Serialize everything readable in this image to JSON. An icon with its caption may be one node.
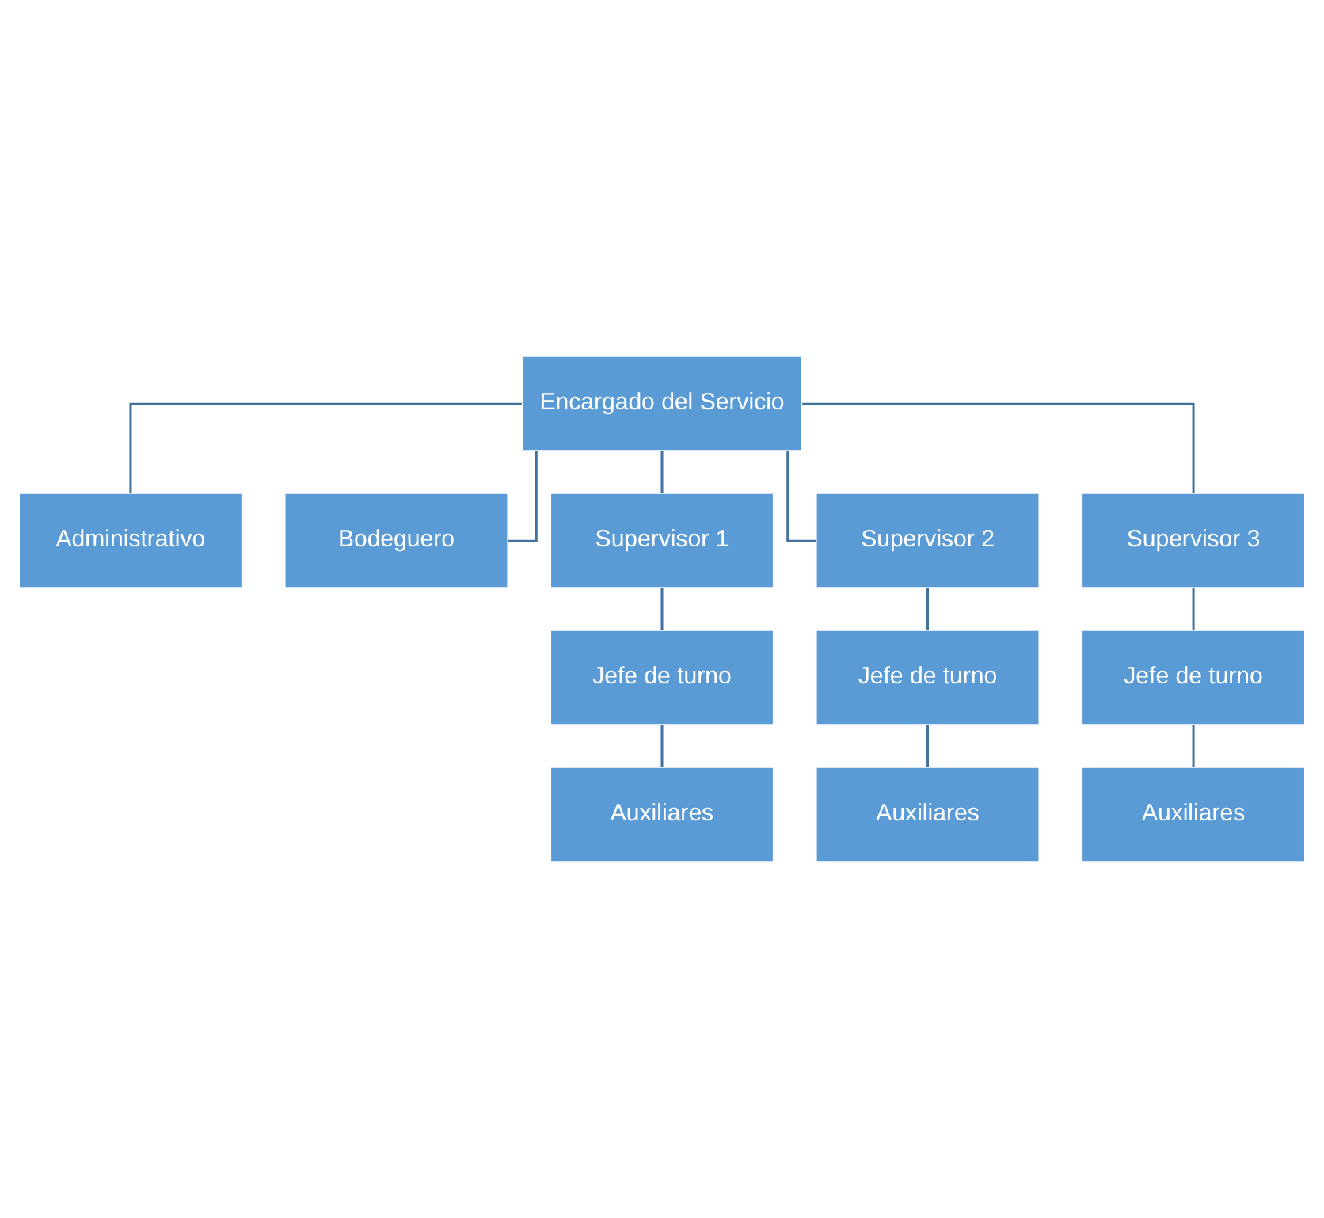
{
  "diagram": {
    "nodes": [
      {
        "text": [
          "Encargado del Servicio"
        ]
      },
      {
        "text": [
          "Administrativo"
        ]
      },
      {
        "text": [
          "Bodeguero"
        ]
      },
      {
        "text": [
          "Supervisor 1"
        ]
      },
      {
        "text": [
          "Supervisor 2"
        ]
      },
      {
        "text": [
          "Supervisor 3"
        ]
      },
      {
        "text": [
          "Jefe de turno"
        ]
      },
      {
        "text": [
          "Jefe de turno"
        ]
      },
      {
        "text": [
          "Jefe de turno"
        ]
      },
      {
        "text": [
          "Auxiliares"
        ]
      },
      {
        "text": [
          "Auxiliares"
        ]
      },
      {
        "text": [
          "Auxiliares"
        ]
      }
    ],
    "edges": [
      {
        "from": 0,
        "to": 1,
        "arrow": "none"
      },
      {
        "from": 0,
        "to": 2,
        "arrow": "none"
      },
      {
        "from": 0,
        "to": 3,
        "arrow": "none"
      },
      {
        "from": 0,
        "to": 4,
        "arrow": "none"
      },
      {
        "from": 0,
        "to": 5,
        "arrow": "none"
      },
      {
        "from": 3,
        "to": 6,
        "arrow": "none"
      },
      {
        "from": 4,
        "to": 7,
        "arrow": "none"
      },
      {
        "from": 5,
        "to": 8,
        "arrow": "none"
      },
      {
        "from": 6,
        "to": 9,
        "arrow": "none"
      },
      {
        "from": 7,
        "to": 10,
        "arrow": "none"
      },
      {
        "from": 8,
        "to": 11,
        "arrow": "none"
      }
    ]
  }
}
